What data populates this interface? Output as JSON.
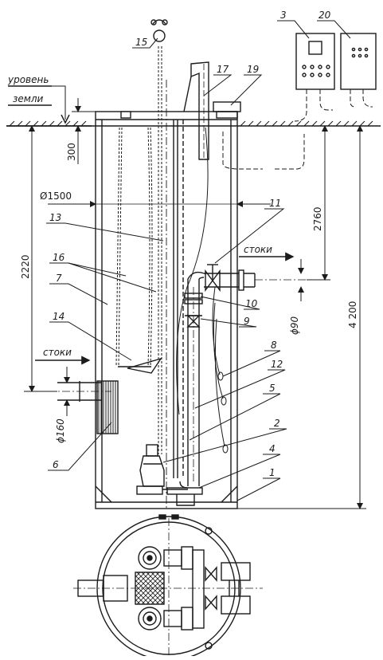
{
  "labels": {
    "ground_level_line1": "уровень",
    "ground_level_line2": "земли",
    "stoki_top": "стоки",
    "stoki_left": "стоки"
  },
  "dimensions": {
    "d300": "300",
    "d1500": "Ø1500",
    "d2220": "2220",
    "d2760": "2760",
    "d4200": "4 200",
    "d90": "ϕ90",
    "d160": "ϕ160"
  },
  "callouts": [
    {
      "id": "n1",
      "text": "1"
    },
    {
      "id": "n2",
      "text": "2"
    },
    {
      "id": "n3",
      "text": "3"
    },
    {
      "id": "n4",
      "text": "4"
    },
    {
      "id": "n5",
      "text": "5"
    },
    {
      "id": "n6",
      "text": "6"
    },
    {
      "id": "n7",
      "text": "7"
    },
    {
      "id": "n8",
      "text": "8"
    },
    {
      "id": "n9",
      "text": "9"
    },
    {
      "id": "n10",
      "text": "10"
    },
    {
      "id": "n11",
      "text": "11"
    },
    {
      "id": "n12",
      "text": "12"
    },
    {
      "id": "n13",
      "text": "13"
    },
    {
      "id": "n14",
      "text": "14"
    },
    {
      "id": "n15",
      "text": "15"
    },
    {
      "id": "n16",
      "text": "16"
    },
    {
      "id": "n17",
      "text": "17"
    },
    {
      "id": "n19",
      "text": "19"
    },
    {
      "id": "n20",
      "text": "20"
    }
  ],
  "colors": {
    "line": "#1b1b1b",
    "background": "#ffffff"
  }
}
